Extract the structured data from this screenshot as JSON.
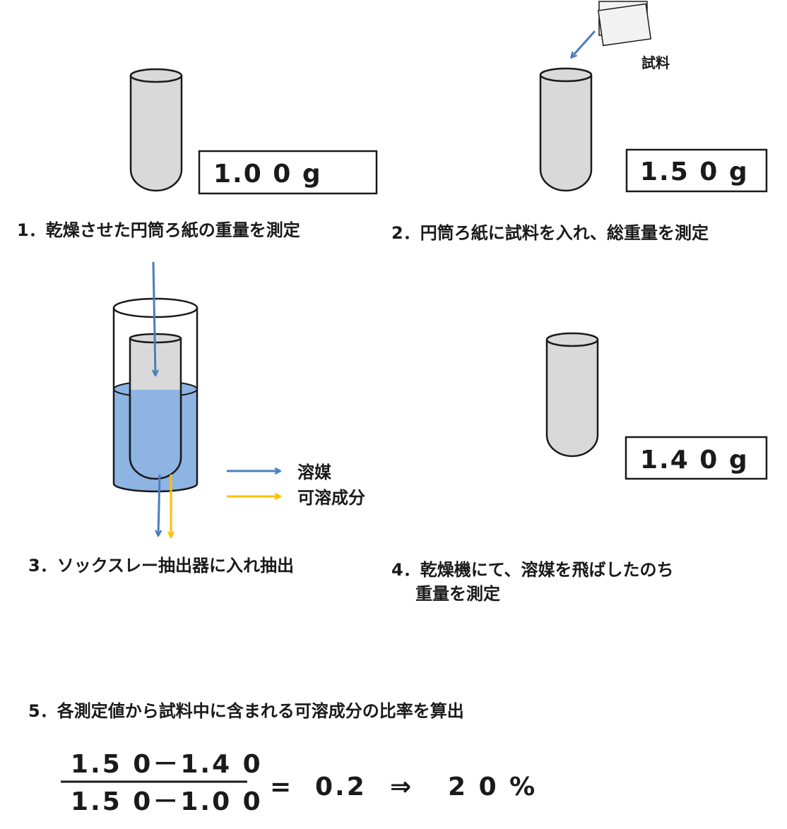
{
  "step1": {
    "caption": "1．乾燥させた円筒ろ紙の重量を測定",
    "weight": "1.0 0 g"
  },
  "step2": {
    "caption": "2．円筒ろ紙に試料を入れ、総重量を測定",
    "weight": "1.5 0 g",
    "sample_label": "試料"
  },
  "step3": {
    "caption": "3．ソックスレー抽出器に入れ抽出",
    "legend": [
      {
        "label": "溶媒",
        "color": "#4a7ebb"
      },
      {
        "label": "可溶成分",
        "color": "#ffc000"
      }
    ]
  },
  "step4": {
    "caption_line1": "4．乾燥機にて、溶媒を飛ばしたのち",
    "caption_line2": "重量を測定",
    "weight": "1.4 0 g"
  },
  "step5": {
    "caption": "5．各測定値から試料中に含まれる可溶成分の比率を算出",
    "numerator": "1.5 0－1.4 0",
    "denominator": "1.5 0－1.0 0",
    "equals": "=",
    "ratio": "0.2",
    "implies": "⇒",
    "percent": "2 0 %"
  },
  "colors": {
    "thimble": "#d9d9d9",
    "solvent_fill": "#8eb4e3",
    "outline": "#1a1a1a"
  }
}
